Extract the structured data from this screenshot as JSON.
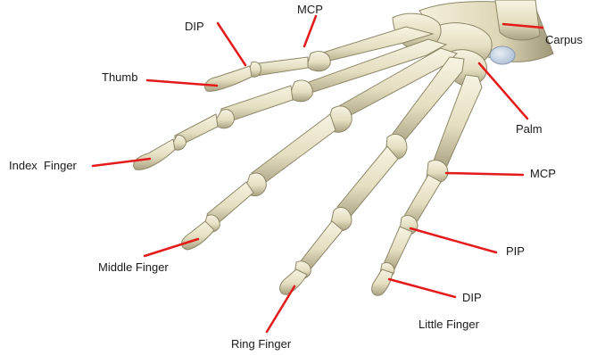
{
  "labels": {
    "carpus": "Carpus",
    "mcp_top": "MCP",
    "dip_top": "DIP",
    "thumb": "Thumb",
    "index_finger": "Index  Finger",
    "palm": "Palm",
    "mcp_right": "MCP",
    "pip": "PIP",
    "dip_bottom": "DIP",
    "little_finger": "Little Finger",
    "middle_finger": "Middle Finger",
    "ring_finger": "Ring Finger"
  },
  "colors": {
    "bone": "#e4dfc0",
    "bone_shadow": "#a9a282",
    "bone_highlight": "#f6f3e2",
    "carpal_blue": "#c9d6e6",
    "leader_line": "#e31b1b",
    "text": "#1a1a1a"
  }
}
